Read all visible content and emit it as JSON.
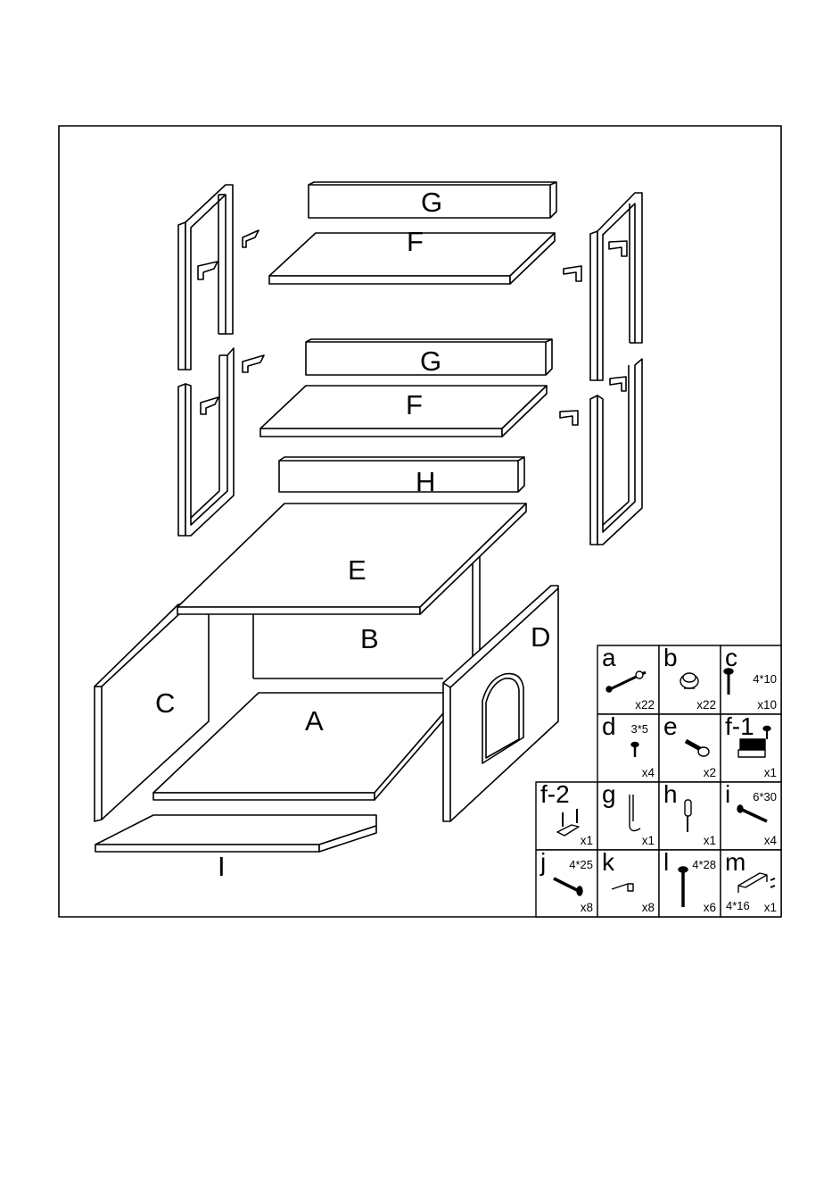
{
  "panels": [
    {
      "id": "G_top",
      "label": "G"
    },
    {
      "id": "F_top",
      "label": "F"
    },
    {
      "id": "G_mid",
      "label": "G"
    },
    {
      "id": "F_mid",
      "label": "F"
    },
    {
      "id": "H",
      "label": "H"
    },
    {
      "id": "E",
      "label": "E"
    },
    {
      "id": "B",
      "label": "B"
    },
    {
      "id": "D",
      "label": "D"
    },
    {
      "id": "C",
      "label": "C"
    },
    {
      "id": "A",
      "label": "A"
    },
    {
      "id": "I",
      "label": "I"
    }
  ],
  "hardware": [
    {
      "letter": "a",
      "size": "",
      "qty": "x22",
      "icon": "cam-bolt-icon"
    },
    {
      "letter": "b",
      "size": "",
      "qty": "x22",
      "icon": "cam-lock-icon"
    },
    {
      "letter": "c",
      "size": "4*10",
      "qty": "x10",
      "icon": "screw-icon"
    },
    {
      "letter": "d",
      "size": "3*5",
      "qty": "x4",
      "icon": "small-screw-icon"
    },
    {
      "letter": "e",
      "size": "",
      "qty": "x2",
      "icon": "dowel-icon"
    },
    {
      "letter": "f-1",
      "size": "",
      "qty": "x1",
      "icon": "magnetic-catch-icon"
    },
    {
      "letter": "f-2",
      "size": "",
      "qty": "x1",
      "icon": "catch-plate-icon"
    },
    {
      "letter": "g",
      "size": "",
      "qty": "x1",
      "icon": "hook-icon"
    },
    {
      "letter": "h",
      "size": "",
      "qty": "x1",
      "icon": "screwdriver-icon"
    },
    {
      "letter": "i",
      "size": "6*30",
      "qty": "x4",
      "icon": "bolt-icon"
    },
    {
      "letter": "j",
      "size": "4*25",
      "qty": "x8",
      "icon": "long-screw-icon"
    },
    {
      "letter": "k",
      "size": "",
      "qty": "x8",
      "icon": "corner-bracket-icon"
    },
    {
      "letter": "l",
      "size": "4*28",
      "qty": "x6",
      "icon": "wood-screw-icon"
    },
    {
      "letter": "m",
      "size": "4*16",
      "qty": "x1",
      "icon": "handle-icon"
    }
  ]
}
